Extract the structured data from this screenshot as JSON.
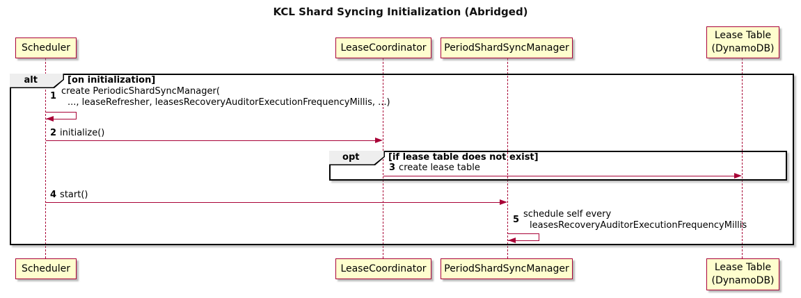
{
  "title": "KCL Shard Syncing Initialization (Abridged)",
  "colors": {
    "participant_fill": "#FEFECE",
    "participant_border": "#A80036",
    "arrow": "#A80036",
    "frame_border": "#000000",
    "frame_label_fill": "#EEEEEE"
  },
  "participants": [
    {
      "label": "Scheduler"
    },
    {
      "label": "LeaseCoordinator"
    },
    {
      "label": "PeriodShardSyncManager"
    },
    {
      "label_line1": "Lease Table",
      "label_line2": "(DynamoDB)"
    }
  ],
  "frames": {
    "alt": {
      "operator": "alt",
      "guard": "[on initialization]"
    },
    "opt": {
      "operator": "opt",
      "guard": "[if lease table does not exist]"
    }
  },
  "messages": [
    {
      "num": "1",
      "line1": "create PeriodicShardSyncManager(",
      "line2": "..., leaseRefresher, leasesRecoveryAuditorExecutionFrequencyMillis, ...)"
    },
    {
      "num": "2",
      "text": "initialize()"
    },
    {
      "num": "3",
      "text": "create lease table"
    },
    {
      "num": "4",
      "text": "start()"
    },
    {
      "num": "5",
      "line1": "schedule self every",
      "line2": "leasesRecoveryAuditorExecutionFrequencyMillis"
    }
  ]
}
